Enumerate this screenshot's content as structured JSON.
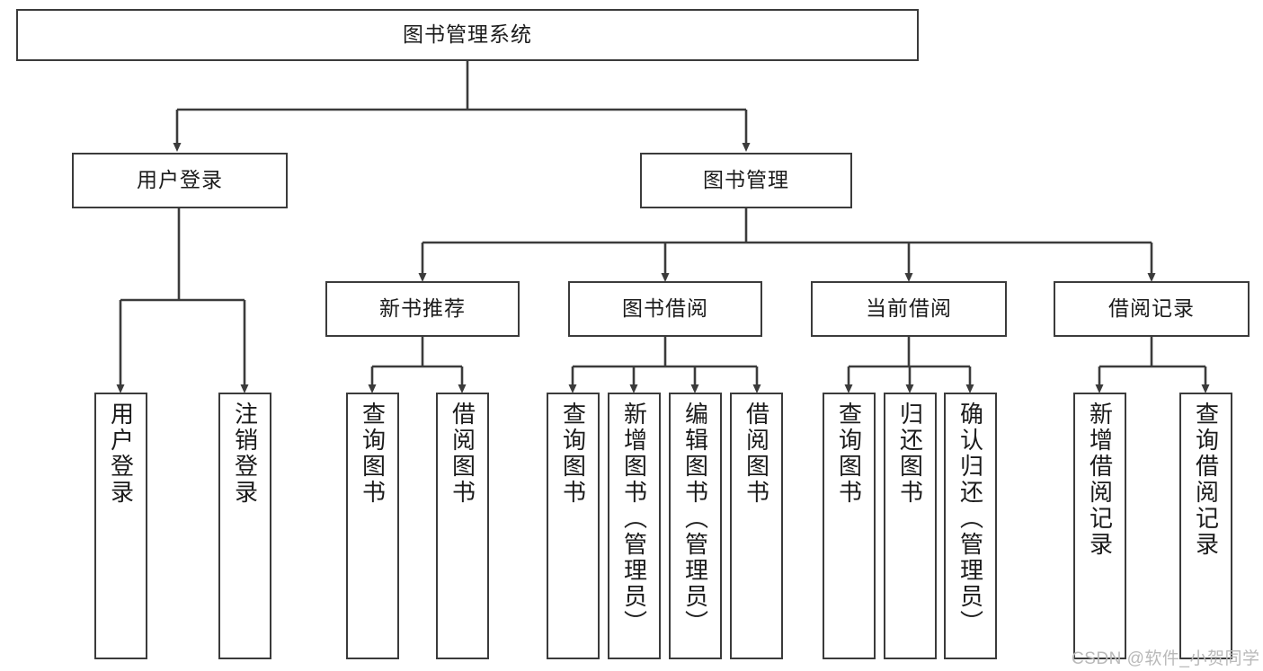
{
  "diagram": {
    "title": "图书管理系统",
    "type": "tree-hierarchy",
    "stroke_color": "#3b3b3b",
    "fill_color": "#ffffff",
    "text_color": "#1b1b1b",
    "watermark": "CSDN @软件_小贺同学",
    "levels": {
      "root": {
        "label": "图书管理系统"
      },
      "level2": [
        {
          "label": "用户登录"
        },
        {
          "label": "图书管理"
        }
      ],
      "level3": [
        {
          "label": "新书推荐"
        },
        {
          "label": "图书借阅"
        },
        {
          "label": "当前借阅"
        },
        {
          "label": "借阅记录"
        }
      ],
      "leaves": {
        "user_login": [
          {
            "label": "用户登录"
          },
          {
            "label": "注销登录"
          }
        ],
        "new_book_recommend": [
          {
            "label": "查询图书"
          },
          {
            "label": "借阅图书"
          }
        ],
        "book_borrow": [
          {
            "label": "查询图书"
          },
          {
            "label": "新增图书（管理员）"
          },
          {
            "label": "编辑图书（管理员）"
          },
          {
            "label": "借阅图书"
          }
        ],
        "current_borrow": [
          {
            "label": "查询图书"
          },
          {
            "label": "归还图书"
          },
          {
            "label": "确认归还（管理员）"
          }
        ],
        "borrow_record": [
          {
            "label": "新增借阅记录"
          },
          {
            "label": "查询借阅记录"
          }
        ]
      }
    }
  }
}
